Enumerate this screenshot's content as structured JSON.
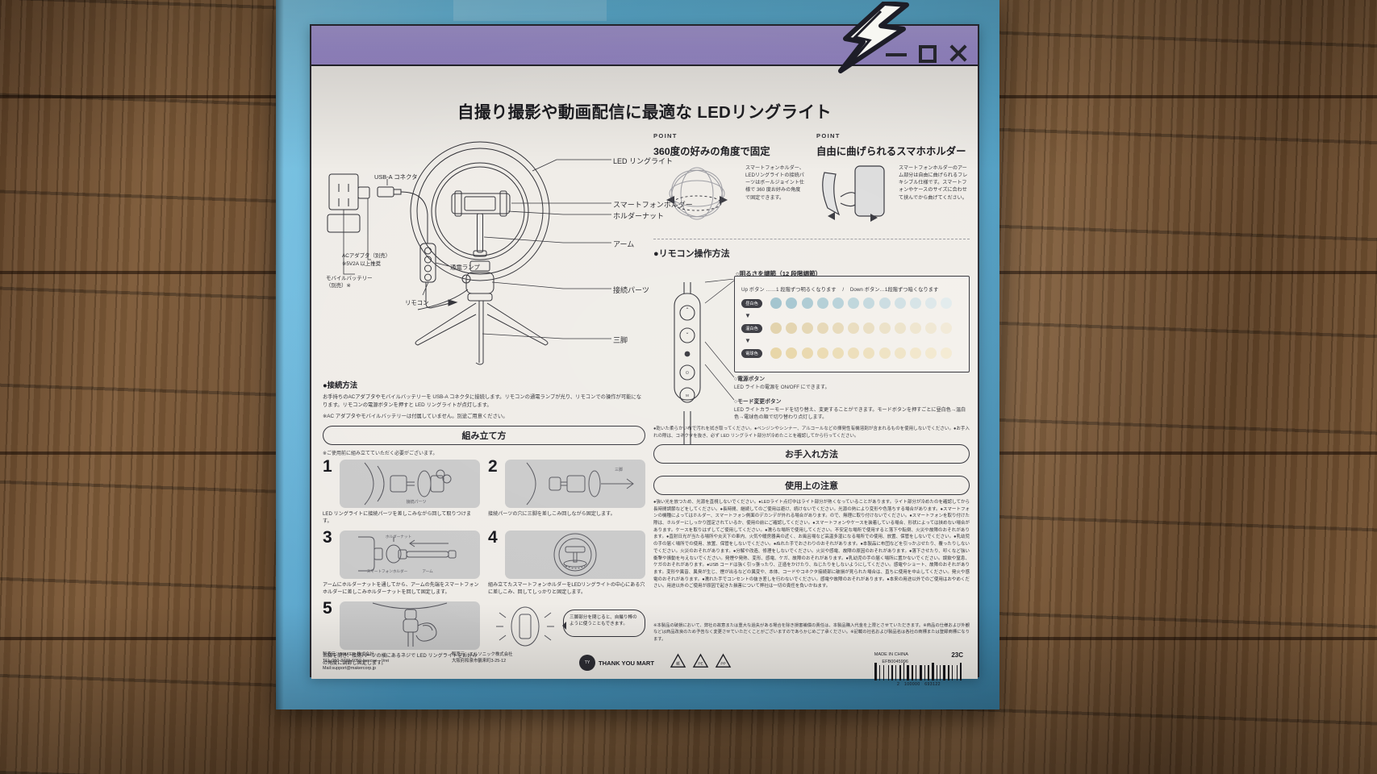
{
  "window": {
    "minimize_label": "_",
    "maximize_label": "□",
    "close_label": "×",
    "titlebar_color": "#a396d4",
    "accent_bolt": "lightning-bolt"
  },
  "page": {
    "headline": "自撮り撮影や動画配信に最適な LEDリングライト",
    "background": "#efece7",
    "package_color": "#5cb2da"
  },
  "hero_diagram": {
    "labels_right": [
      "LED リングライト",
      "スマートフォンホルダー",
      "ホルダーナット",
      "アーム",
      "接続パーツ",
      "三脚"
    ],
    "labels_left": [
      "USB-A コネクタ",
      "ACアダプタ（別売）",
      "※5V2A 以上推奨",
      "モバイルバッテリー",
      "（別売）※",
      "リモコン",
      "通電ランプ"
    ]
  },
  "points": [
    {
      "tag": "POINT",
      "heading": "360度の好みの角度で固定",
      "body": "スマートフォンホルダー、LEDリングライトの接続パーツはボールジョイント仕様で 360 度お好みの角度で固定できます。"
    },
    {
      "tag": "POINT",
      "heading": "自由に曲げられるスマホホルダー",
      "body": "スマートフォンホルダーのアーム部分は自由に曲げられるフレキシブル仕様です。スマートフォンやケースのサイズに合わせて挟んでから曲げてください。"
    }
  ],
  "remote": {
    "section_heading": "●リモコン操作方法",
    "brightness": {
      "caption": "○明るさを調節（12 段階調節）",
      "up_text": "Up ボタン ……1 段階ずつ明るくなります",
      "separator": "/",
      "down_text": "Down ボタン…1段階ずつ暗くなります",
      "rows": [
        {
          "label": "昼白色",
          "color_start": "#9cc0cb",
          "color_end": "#e2ebec",
          "steps": 12
        },
        {
          "label": "温白色",
          "color_start": "#e0cfa6",
          "color_end": "#f1e9d6",
          "steps": 12
        },
        {
          "label": "電球色",
          "color_start": "#e6d2a0",
          "color_end": "#f3ead2",
          "steps": 12
        }
      ],
      "arrow": "▼"
    },
    "buttons": [
      {
        "name": "○電源ボタン",
        "desc": "LED ライトの電源を ON/OFF にできます。"
      },
      {
        "name": "○モード変更ボタン",
        "desc": "LED ライトカラーモードを切り替え、変更することができます。モードボタンを押すごとに昼白色→温白色→電球色の順で切り替わり点灯します。"
      }
    ],
    "keypad": [
      "Up",
      "Down",
      "On/off",
      "Mode"
    ]
  },
  "connection": {
    "heading": "●接続方法",
    "paragraph": "お手持ちのACアダプタやモバイルバッテリーを USB-A コネクタに接続します。リモコンの通電ランプが光り、リモコンでの操作が可能になります。リモコンの電源ボタンを押すと LED リングライトが点灯します。",
    "note": "※AC アダプタやモバイルバッテリーは付属していません。別途ご用意ください。"
  },
  "assembly": {
    "heading": "組み立て方",
    "note": "※ご使用前に組み立てていただく必要がございます。",
    "steps": [
      {
        "num": "1",
        "caption": "LED リングライトに接続パーツを差しこみながら回して取りつけます。",
        "image_label": "接続パーツ"
      },
      {
        "num": "2",
        "caption": "接続パーツの穴に三脚を差しこみ回しながら固定します。",
        "image_label": "三脚"
      },
      {
        "num": "3",
        "caption": "アームにホルダーナットを通してから、アームの先端をスマートフォンホルダーに差しこみホルダーナットを回して固定します。",
        "image_label": "ホルダーナット / スマートフォンホルダー / アーム"
      },
      {
        "num": "4",
        "caption": "組み立てたスマートフォンホルダーをLEDリングライトの中心にある穴に差しこみ、回してしっかりと固定します。",
        "image_label": ""
      },
      {
        "num": "5",
        "caption": "三脚を開き、接続パーツの横にあるネジで LED リングライトをお好みの角度に調節し固定します。",
        "image_label": ""
      }
    ],
    "tip": "三脚部分を閉じると、自撮り棒のように使うこともできます。"
  },
  "care": {
    "heading": "お手入れ方法",
    "body": "●乾いた柔らかい布で汚れを拭き取ってください。●ベンジンやシンナー、アルコールなどの揮発性有機溶剤が含まれるものを使用しないでください。●お手入れの際は、コネクタを抜き、必ず LED リングライト部分が冷めたことを確認してから行ってください。"
  },
  "cautions": {
    "heading": "使用上の注意",
    "body": "●強い光を放つため、光源を直視しないでください。●LEDライト点灯中はライト部分が熱くなっていることがあります。ライト部分が冷めたのを確認してから長時間調節などをしてください。●長時間、継続してのご使用は避け、続けないでください。光源の熱により変形や色落ちする場合があります。●スマートフォンの機種によってはホルダー、スマートフォン側面のデカンデが外れる場合があります。ので、無理に取り付けないでください。●スマートフォンを取り付けた際は、ホルダーにしっかり固定されているか、使用の前にご確認してください。●スマートフォンやケースを装着している場合、形状によっては挟めない場合があります。ケースを取りはずしてご使用してください。●濡らな場所で使用してください。不安定な場所で使用すると落下や転倒、火災や故障のおそれがあります。●直射日光が当たる場所や炎天下の車内、火気や暖房器具の近く、お風呂場など高温多湿になる場所での使用、放置、保管をしないでください。●乳幼児の手の届く場所での使用、放置、保管をしないでください。●ぬれた手でおさわりのおそれがあります。●本製品に布団などを引っかぶせたり、覆ったりしないでください。火災のおそれがあります。●分解や改造、修理をしないでください。火災や感電、故障の原因のおそれがあります。●落下させたり、叩くなど強い衝撃や振動を与えないでください。発煙や発熱、変形、感電、ケガ、故障のおそれがあります。●乳幼児の手の届く場所に置かないでください。誤飲や窒息、ケガのおそれがあります。●USB コードは強く引っ張ったり、正造をかけたり、ねじたりをしないようにしてください。感電やショート、故障のおそれがあります。変形や異音、異臭が生じ、煙が出るなどの異変や、本体、コードやコネクタ接続部に破損が見られた場合は、直ちに使用を中止してください。発火や感電のおそれがあります。●濡れた手でコンセントの抜き差しを行わないでください。感電や故障のおそれがあります。●本来の用途以外でのご使用はおやめください。用途以外のご使用が原因で起きた損害について弊社は一切の責任を負いかねます。"
  },
  "legal": "※本製品の破損において、弊社の故意または重大な過失がある場合を除き損害補償の責任は、本製品購入代金を上限とさせていただきます。※商品の仕様および外観などは商品改良のため予告なく変更させていただくことがございますのであらかじめご了承ください。※記載の社名および製品名は各社の商標または登録商標になります。",
  "footer": {
    "maker": "製造元：MAKER 株式会社\nTEL:050-3733-6050 (rescue—)/rei\nMail:support@makercorp.jp",
    "seller": "販売元：エルソニック株式会社\n大阪府和泉市鶴来町3-25-12",
    "brand": "THANK YOU MART",
    "recycle_labels": [
      "ダンボール 紙",
      "PE",
      "PP"
    ],
    "made_in": "MADE IN CHINA",
    "model_code": "EFB0045996",
    "lot_code": "23C",
    "barcode_number": "2　100000　693122"
  }
}
